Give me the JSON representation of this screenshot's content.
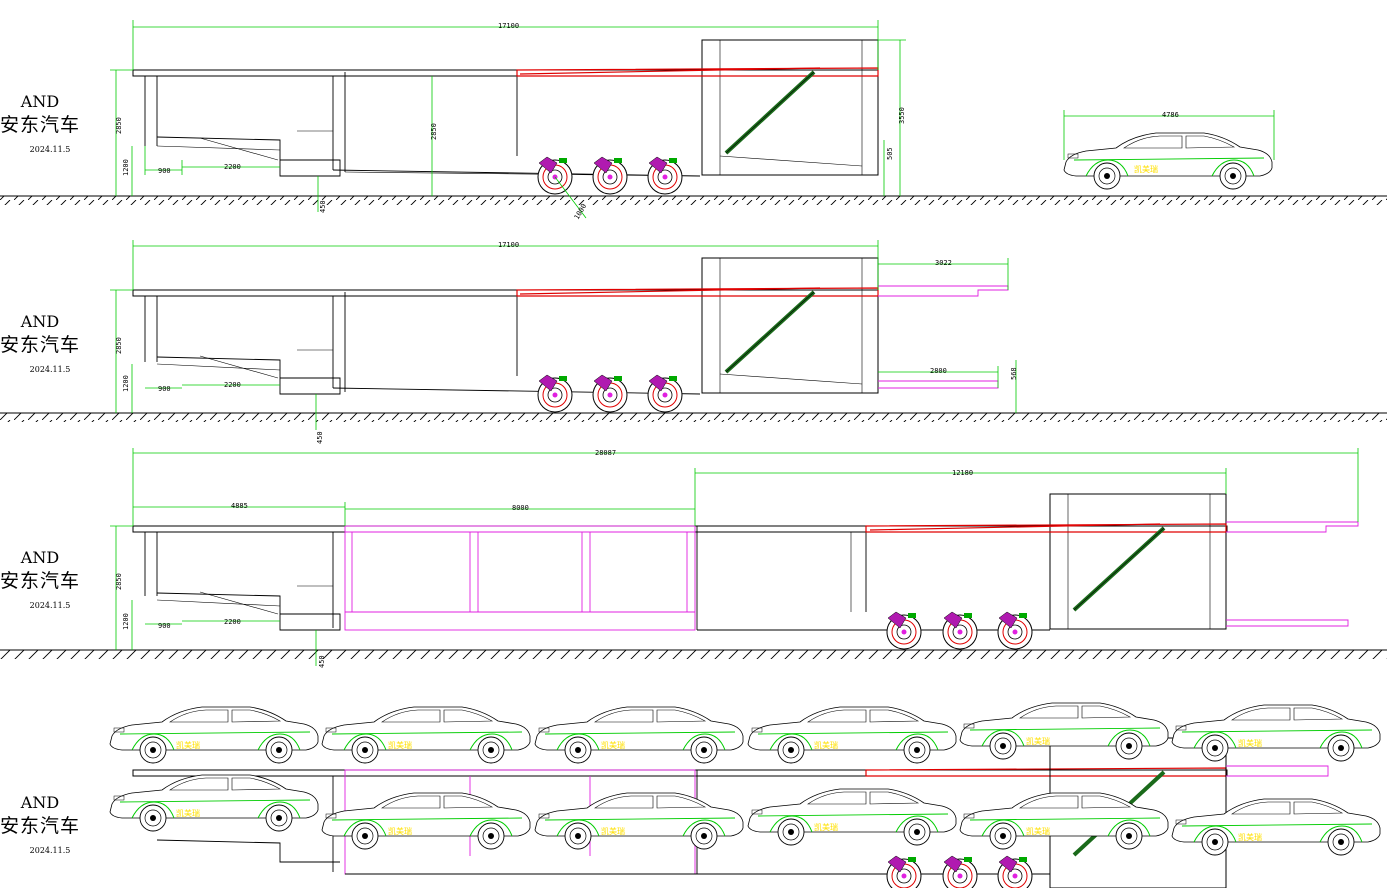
{
  "brand": {
    "english": "AND",
    "chinese": "安东汽车",
    "date": "2024.11.5"
  },
  "colors": {
    "dimension_lines": "#00cc00",
    "ramp_deck": "#e00000",
    "extended_section": "#e020e0",
    "hydraulic_cylinder": "#1a6a1a",
    "car_text": "#ffe000"
  },
  "views": [
    {
      "name": "standard",
      "dims": {
        "overall_length": "17100",
        "total_height": "3550",
        "deck_height": "2850",
        "middle_height": "2850",
        "lower_height": "1200",
        "front_900": "900",
        "front_2200": "2200",
        "ground_450": "450",
        "rear_505": "505",
        "wheel_1000": "1000",
        "car_length": "4786"
      }
    },
    {
      "name": "extended-ramps",
      "dims": {
        "overall_length": "17100",
        "deck_height": "2850",
        "lower_height": "1200",
        "front_900": "900",
        "front_2200": "2200",
        "ground_450": "450",
        "upper_ext": "3022",
        "lower_ext": "2800",
        "rear_568": "568"
      }
    },
    {
      "name": "stretched",
      "dims": {
        "overall_length": "28087",
        "front_section": "4885",
        "middle_section": "8000",
        "rear_section": "12180",
        "deck_height": "2850",
        "lower_height": "1200",
        "front_900": "900",
        "front_2200": "2200",
        "ground_450": "450"
      }
    },
    {
      "name": "loaded"
    }
  ],
  "car_label": "凯美瑞"
}
